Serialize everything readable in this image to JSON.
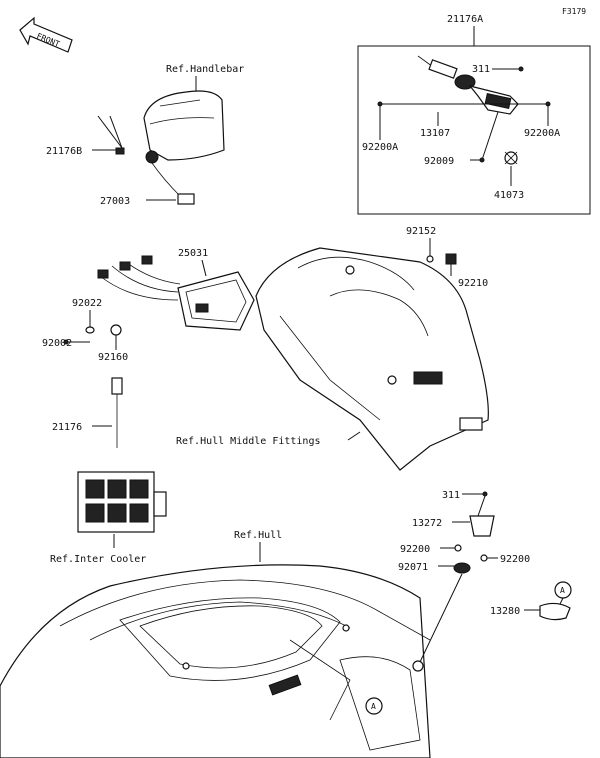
{
  "figure_id": "F3179",
  "front_label": "FRONT",
  "callouts": {
    "c21176A": "21176A",
    "c311_top": "311",
    "c92200A_left": "92200A",
    "c13107": "13107",
    "c92200A_right": "92200A",
    "c92009": "92009",
    "c41073": "41073",
    "ref_handlebar": "Ref.Handlebar",
    "c21176B": "21176B",
    "c27003": "27003",
    "c25031": "25031",
    "c92152": "92152",
    "c92210": "92210",
    "c92022": "92022",
    "c92002": "92002",
    "c92160": "92160",
    "c21176": "21176",
    "ref_hull_middle": "Ref.Hull Middle Fittings",
    "ref_inter_cooler": "Ref.Inter Cooler",
    "ref_hull": "Ref.Hull",
    "c311_bottom": "311",
    "c13272": "13272",
    "c92200_left": "92200",
    "c92200_right": "92200",
    "c92071": "92071",
    "c13280": "13280",
    "marker_a": "A"
  }
}
